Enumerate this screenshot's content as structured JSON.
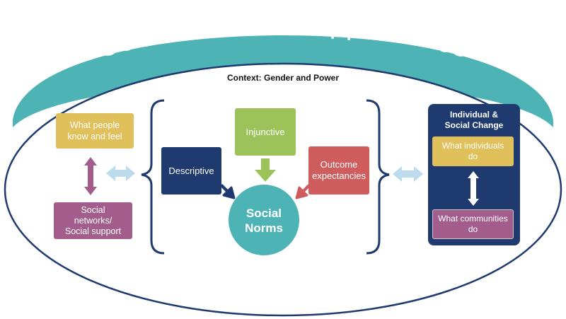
{
  "title": "Communication Approaches",
  "context": "Context: Gender and Power",
  "left": {
    "top_box": "What people\nknow and feel",
    "bottom_box": "Social\nnetworks/\nSocial support"
  },
  "norms": {
    "descriptive": "Descriptive",
    "injunctive": "Injunctive",
    "outcome": "Outcome\nexpectancies",
    "center": "Social\nNorms"
  },
  "right": {
    "panel_title": "Individual &\nSocial Change",
    "individuals": "What individuals\ndo",
    "communities": "What communities\ndo"
  },
  "colors": {
    "teal": "#4eb3b5",
    "navy": "#1f3a6e",
    "gold": "#dfc05a",
    "purple": "#a25d8d",
    "green": "#9cc25a",
    "red": "#cf5d5d",
    "light_blue_arrow": "#bcdcee"
  }
}
